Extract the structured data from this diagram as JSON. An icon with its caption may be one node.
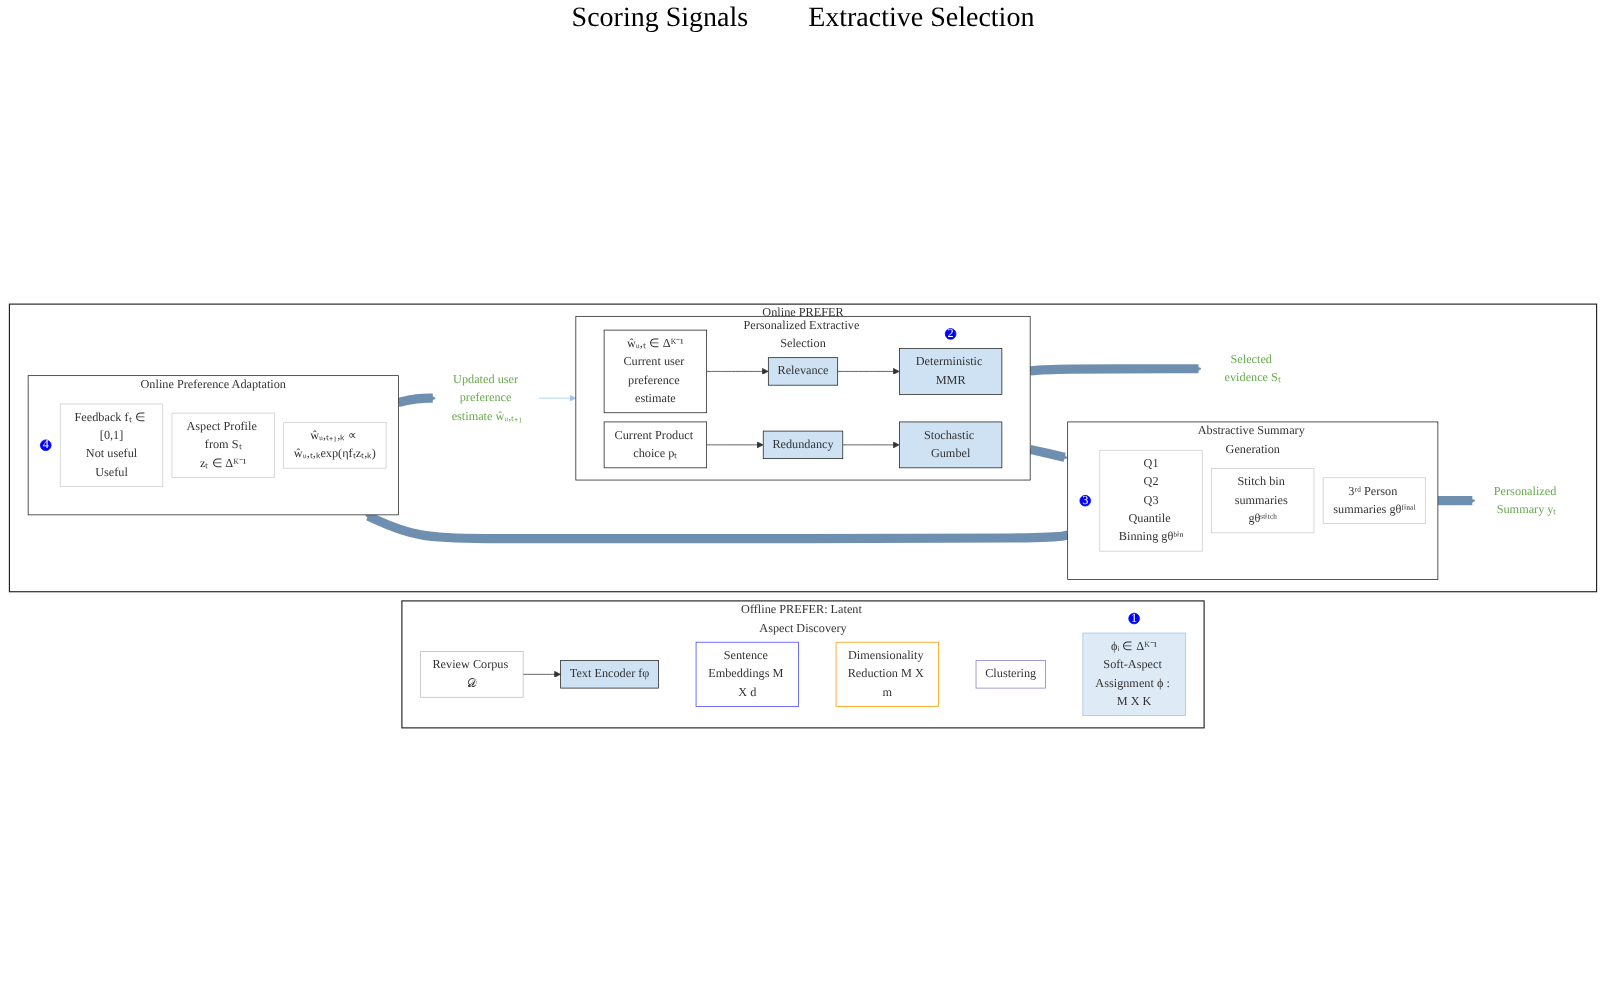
{
  "diagram": {
    "nodes": [
      {
        "text": [
          "Offline PREFER: Latent Aspect Discovery"
        ]
      },
      {
        "text": [
          "1"
        ],
        "in": 0
      },
      {
        "text": [
          "Review Corpus 𝒟"
        ],
        "in": 0
      },
      {
        "text": [
          "Text Encoder fφ"
        ],
        "in": 0
      },
      {
        "text": [
          "Sentence Embeddings M X d"
        ],
        "in": 0
      },
      {
        "text": [
          "Dimensionality Reduction M X m"
        ],
        "in": 0
      },
      {
        "text": [
          "Clustering"
        ],
        "in": 0
      },
      {
        "text": [
          "ϕᵢ ∈ Δᴷ⁻¹",
          "Soft-Aspect Assignment ϕ : M X K"
        ],
        "in": 0
      },
      {
        "text": [
          "Online PREFER"
        ]
      },
      {
        "text": [
          "Personalized Extractive Selection"
        ],
        "in": 8
      },
      {
        "text": [
          "2"
        ],
        "in": 9
      },
      {
        "text": [
          "ŵᵤ,ₜ ∈ Δᴷ⁻¹",
          "Current user preference estimate"
        ],
        "in": 9
      },
      {
        "text": [
          "Current Product choice pₜ"
        ],
        "in": 9
      },
      {
        "text": [
          "Relevance"
        ],
        "in": 9
      },
      {
        "text": [
          "Redundancy"
        ],
        "in": 9
      },
      {
        "text": [
          "Deterministic MMR"
        ],
        "in": 9
      },
      {
        "text": [
          "Stochastic Gumbel"
        ],
        "in": 9
      },
      {
        "text": [
          "Selected evidence Sₜ"
        ],
        "in": 8
      },
      {
        "text": [
          "Abstractive Summary Generation"
        ],
        "in": 8
      },
      {
        "text": [
          "3"
        ],
        "in": 18
      },
      {
        "text": [
          "Q1",
          "Q2",
          "Q3",
          "Quantile Binning gθᵇⁱⁿ"
        ],
        "in": 18
      },
      {
        "text": [
          "Stitch bin summaries gθˢᵗⁱᵗᶜʰ"
        ],
        "in": 18
      },
      {
        "text": [
          "3ʳᵈ Person summaries gθᶠⁱⁿᵃˡ"
        ],
        "in": 18
      },
      {
        "text": [
          "Personalized Summary yₜ"
        ],
        "in": 8
      },
      {
        "text": [
          "Online Preference Adaptation"
        ],
        "in": 8
      },
      {
        "text": [
          "4"
        ],
        "in": 24
      },
      {
        "text": [
          "Feedback fₜ ∈ [0,1]",
          "Not useful",
          "Useful"
        ],
        "in": 24
      },
      {
        "text": [
          "Aspect Profile from Sₜ",
          "zₜ ∈ Δᴷ⁻¹"
        ],
        "in": 24
      },
      {
        "text": [
          "ŵᵤ,ₜ₊₁,ₖ ∝ ŵᵤ,ₜ,ₖexp(ηfₜzₜ,ₖ)"
        ],
        "in": 24
      },
      {
        "text": [
          "Updated user preference estimate ŵᵤ,ₜ₊₁"
        ],
        "in": 8
      }
    ],
    "edges": [
      {
        "from": 2,
        "to": 3,
        "arrow": "to"
      },
      {
        "from": 11,
        "to": 13,
        "arrow": "to"
      },
      {
        "from": 12,
        "to": 14,
        "arrow": "to"
      },
      {
        "from": 13,
        "to": 15,
        "arrow": "to"
      },
      {
        "from": 14,
        "to": 16,
        "arrow": "to"
      },
      {
        "from": 9,
        "to": 17,
        "arrow": "to",
        "style": "thick",
        "color": "#6f8fb0"
      },
      {
        "from": 9,
        "to": 18,
        "arrow": "to",
        "style": "thick",
        "color": "#6f8fb0"
      },
      {
        "from": 18,
        "to": 23,
        "arrow": "to",
        "style": "thick",
        "color": "#6f8fb0"
      },
      {
        "from": 18,
        "to": 24,
        "arrow": "to",
        "style": "thick",
        "color": "#6f8fb0"
      },
      {
        "from": 24,
        "to": 29,
        "arrow": "to",
        "style": "thick",
        "color": "#6f8fb0"
      },
      {
        "from": 29,
        "to": 9,
        "arrow": "to",
        "color": "#9fc5e8"
      }
    ],
    "labels": [
      "Scoring Signals",
      "Extractive Selection"
    ]
  }
}
